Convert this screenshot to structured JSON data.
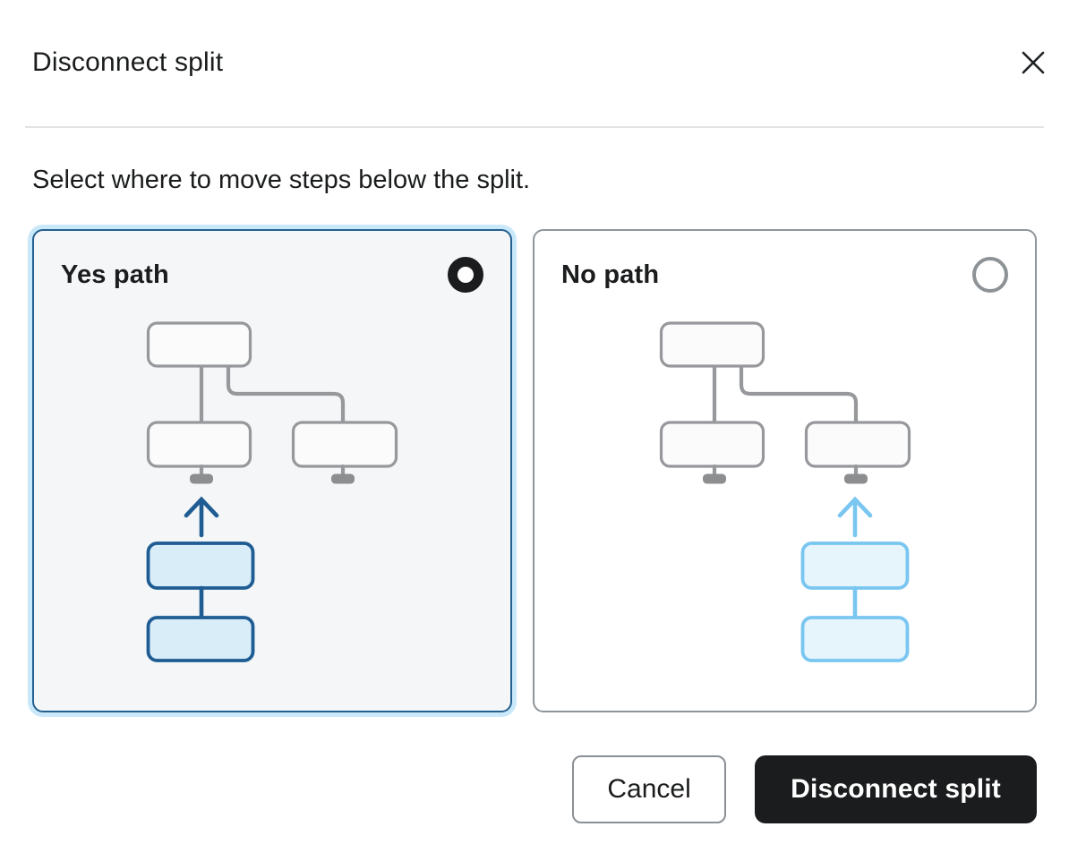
{
  "dialog": {
    "title": "Disconnect split",
    "description": "Select where to move steps below the split.",
    "options": [
      {
        "label": "Yes path",
        "selected": true
      },
      {
        "label": "No path",
        "selected": false
      }
    ],
    "footer": {
      "cancel_label": "Cancel",
      "confirm_label": "Disconnect split"
    },
    "colors": {
      "text": "#1a1c1d",
      "divider": "#e1e3e5",
      "selected_border": "#24608f",
      "selected_halo": "#c9e8fa",
      "selected_bg": "#f4f6f7",
      "unselected_border": "#8f959a",
      "diagram_gray": "#96989b",
      "diagram_stub": "#8c8e90",
      "diagram_box_fill": "#fbfbfc",
      "hl_dark_border": "#1e5c93",
      "hl_dark_fill": "#d9edf9",
      "hl_light_border": "#79c6f1",
      "hl_light_fill": "#e6f4fc",
      "confirm_bg": "#1a1c1d",
      "confirm_text": "#ffffff",
      "cancel_border": "#8a9095",
      "radio_checked": "#1a1c1d",
      "radio_unchecked": "#8d9296"
    }
  }
}
